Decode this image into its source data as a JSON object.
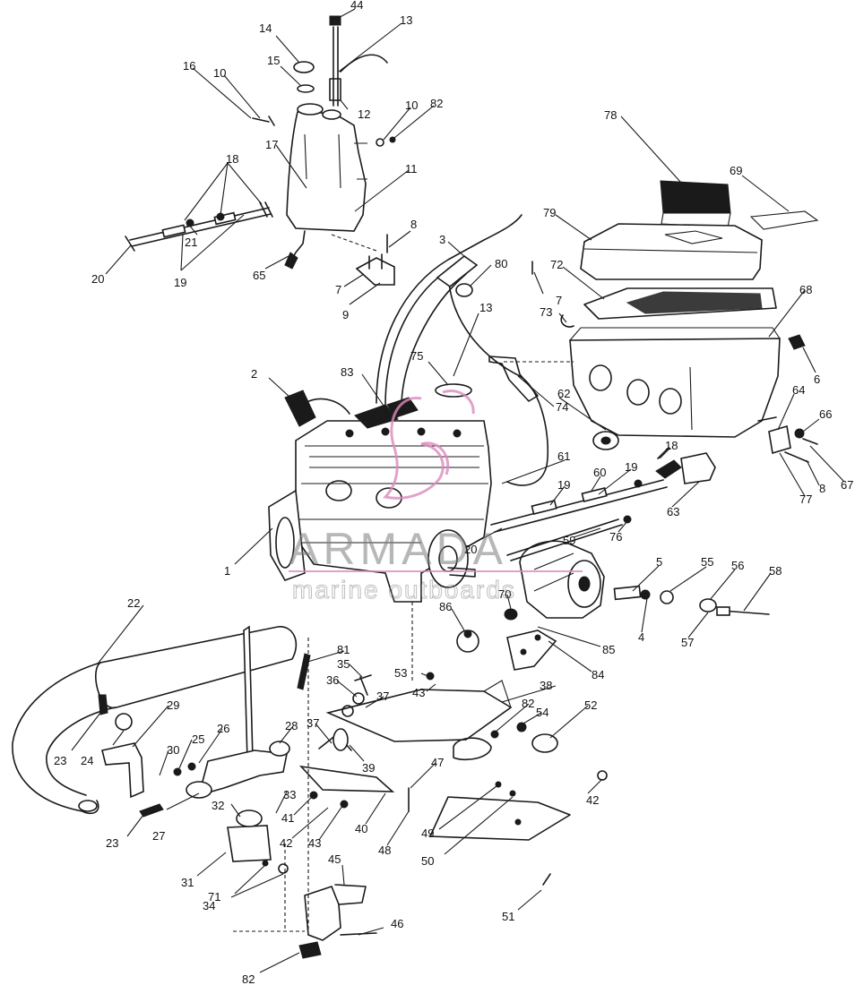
{
  "diagram": {
    "callouts": [
      "44",
      "13",
      "14",
      "15",
      "12",
      "16",
      "10",
      "10",
      "82",
      "17",
      "11",
      "18",
      "21",
      "20",
      "19",
      "65",
      "8",
      "7",
      "9",
      "3",
      "80",
      "78",
      "69",
      "79",
      "7",
      "72",
      "73",
      "68",
      "6",
      "13",
      "2",
      "83",
      "75",
      "62",
      "74",
      "64",
      "66",
      "67",
      "77",
      "8",
      "1",
      "20",
      "61",
      "60",
      "19",
      "19",
      "18",
      "63",
      "76",
      "59",
      "5",
      "55",
      "56",
      "58",
      "4",
      "57",
      "70",
      "86",
      "85",
      "84",
      "22",
      "81",
      "35",
      "36",
      "37",
      "53",
      "43",
      "38",
      "82",
      "54",
      "52",
      "29",
      "24",
      "23",
      "30",
      "25",
      "26",
      "28",
      "37",
      "39",
      "47",
      "42",
      "33",
      "32",
      "41",
      "42",
      "43",
      "40",
      "48",
      "49",
      "50",
      "27",
      "23",
      "31",
      "71",
      "34",
      "45",
      "46",
      "51",
      "82"
    ]
  },
  "watermark": {
    "brand": "ARMADA",
    "tagline": "marine outboards",
    "color": "#d98bbd"
  }
}
